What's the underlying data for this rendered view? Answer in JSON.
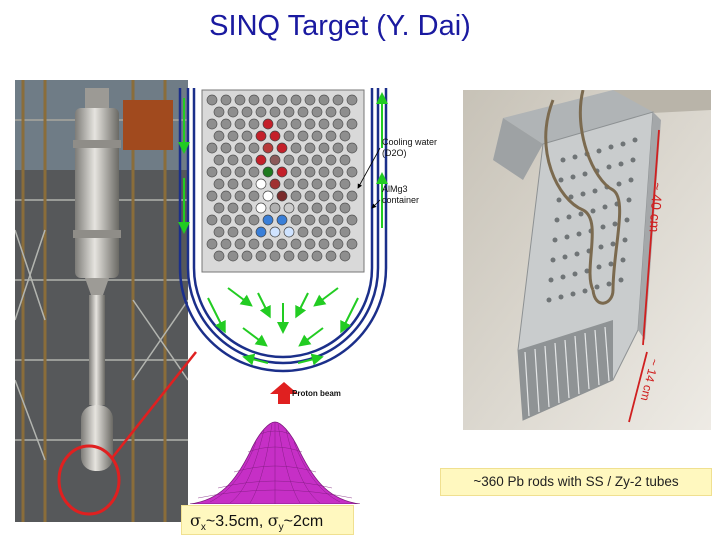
{
  "slide": {
    "title": "SINQ Target (Y. Dai)"
  },
  "diagram": {
    "label_cooling_water": "Cooling water",
    "label_d2o": "(D2O)",
    "label_almg3": "AlMg3",
    "label_container": "container",
    "label_proton_beam": "Proton beam"
  },
  "photo_right": {
    "dimension_height": "~ 40 cm",
    "dimension_width": "~ 14 cm"
  },
  "captions": {
    "rods": "~360 Pb rods with SS / Zy-2 tubes",
    "sigma_symbol": "σ",
    "sigma_x_sub": "x",
    "sigma_x_value": "~3.5cm, ",
    "sigma_y_sub": "y",
    "sigma_y_value": "~2cm"
  },
  "colors": {
    "title": "#1a1aa0",
    "water_arrows": "#22cc22",
    "container_lines": "#1b2f8a",
    "highlight": "#e02020",
    "beam_profile": "#cc33cc"
  }
}
